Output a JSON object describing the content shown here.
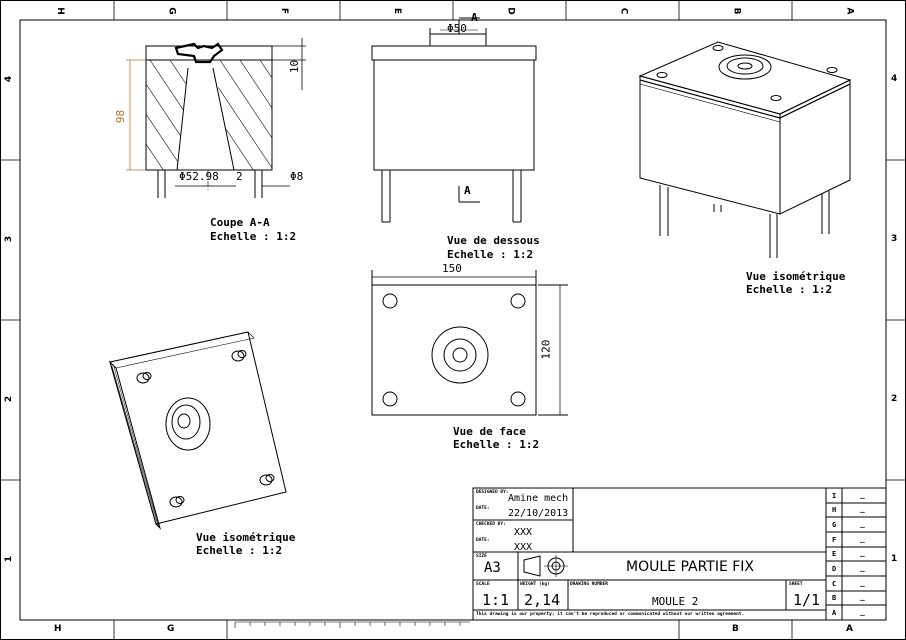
{
  "views": {
    "section": {
      "title": "Coupe A-A",
      "scale": "Echelle :  1:2"
    },
    "bottom": {
      "title": "Vue de dessous",
      "scale": "Echelle :  1:2"
    },
    "iso_right": {
      "title": "Vue isométrique",
      "scale": "Echelle :  1:2"
    },
    "front": {
      "title": "Vue de face",
      "scale": "Echelle :  1:2"
    },
    "iso_left": {
      "title": "Vue isométrique",
      "scale": "Echelle :  1:2"
    }
  },
  "dimensions": {
    "d50": "Φ50",
    "h10": "10",
    "h98": "98",
    "d52": "Φ52.98",
    "v2": "2",
    "d8": "Φ8",
    "w150": "150",
    "h120": "120",
    "section_a_top": "A",
    "section_a_bottom": "A"
  },
  "zones": {
    "top": [
      "H",
      "G",
      "F",
      "E",
      "D",
      "C",
      "B",
      "A"
    ],
    "bottom": [
      "H",
      "G",
      "B",
      "A"
    ],
    "left": [
      "4",
      "3",
      "2",
      "1"
    ],
    "right": [
      "4",
      "3",
      "2",
      "1"
    ]
  },
  "title_block": {
    "designed_by_label": "DESIGNED BY:",
    "designer": "Amine mech",
    "date_label": "DATE:",
    "date": "22/10/2013",
    "checked_by_label": "CHECKED BY:",
    "checker": "XXX",
    "check_date_label": "DATE:",
    "check_date": "XXX",
    "size_label": "SIZE",
    "size": "A3",
    "scale_label": "SCALE",
    "scale": "1:1",
    "weight_label": "WEIGHT (kg)",
    "weight": "2,14",
    "drawing_number_label": "DRAWING NUMBER",
    "drawing_number": "MOULE 2",
    "sheet_label": "SHEET",
    "sheet": "1/1",
    "title": "MOULE PARTIE FIX",
    "disclaimer": "This drawing is our property; it can't be reproduced or communicated without our written agreement.",
    "revisions": [
      {
        "letter": "I",
        "value": "_"
      },
      {
        "letter": "H",
        "value": "_"
      },
      {
        "letter": "G",
        "value": "_"
      },
      {
        "letter": "F",
        "value": "_"
      },
      {
        "letter": "E",
        "value": "_"
      },
      {
        "letter": "D",
        "value": "_"
      },
      {
        "letter": "C",
        "value": "_"
      },
      {
        "letter": "B",
        "value": "_"
      },
      {
        "letter": "A",
        "value": "_"
      }
    ]
  },
  "colors": {
    "line": "#000000",
    "dimension": "#b87333",
    "paper": "#ffffff"
  }
}
